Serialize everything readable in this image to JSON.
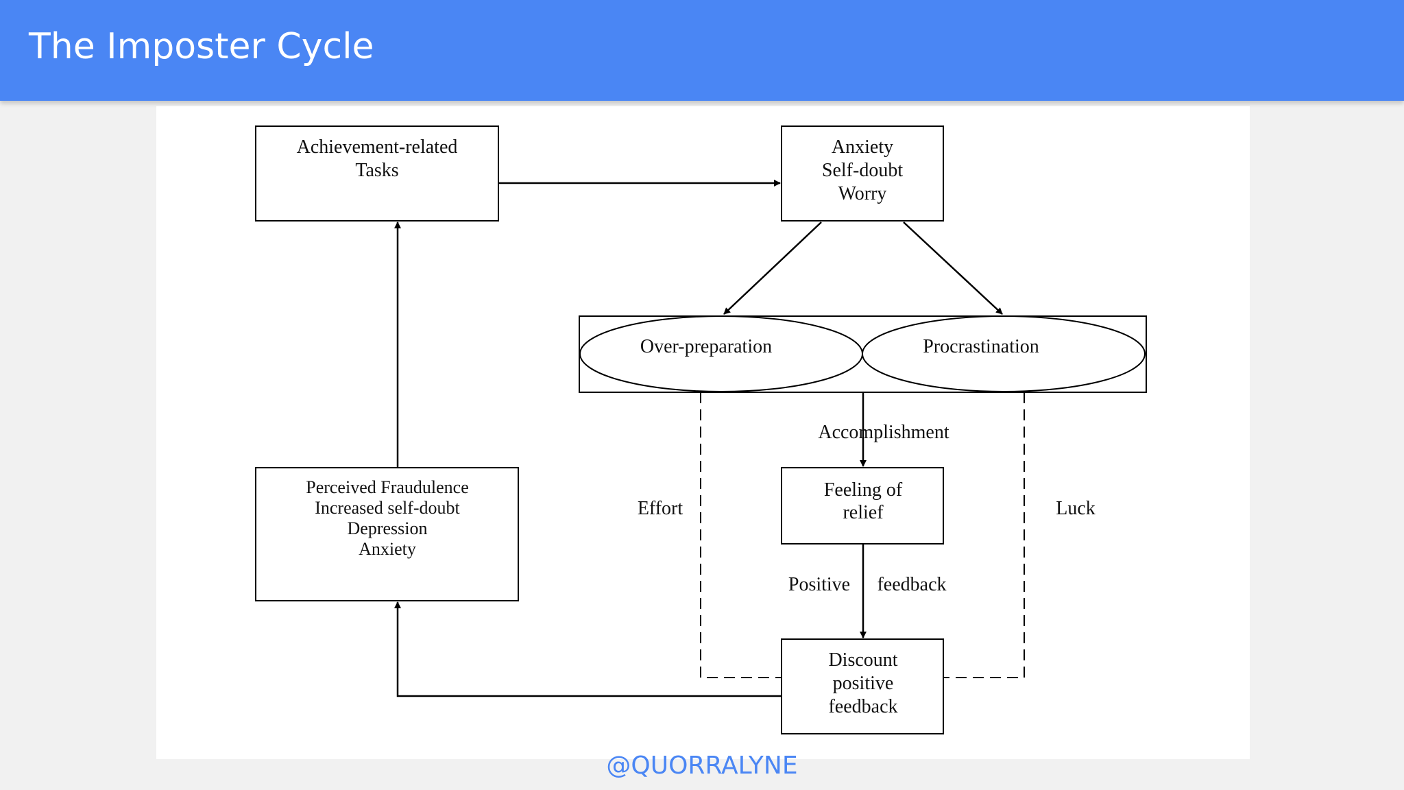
{
  "header": {
    "title": "The Imposter Cycle"
  },
  "diagram": {
    "achievement": [
      "Achievement-related",
      "Tasks"
    ],
    "anxiety": [
      "Anxiety",
      "Self-doubt",
      "Worry"
    ],
    "overprep": "Over-preparation",
    "procrastination": "Procrastination",
    "accomplishment": "Accomplishment",
    "effort": "Effort",
    "luck": "Luck",
    "relief": [
      "Feeling of",
      "relief"
    ],
    "positive": "Positive",
    "feedback": "feedback",
    "discount": [
      "Discount",
      "positive",
      "feedback"
    ],
    "fraudulence": [
      "Perceived Fraudulence",
      "Increased self-doubt",
      "Depression",
      "Anxiety"
    ]
  },
  "footer": {
    "credit": "@QUORRALYNE"
  }
}
